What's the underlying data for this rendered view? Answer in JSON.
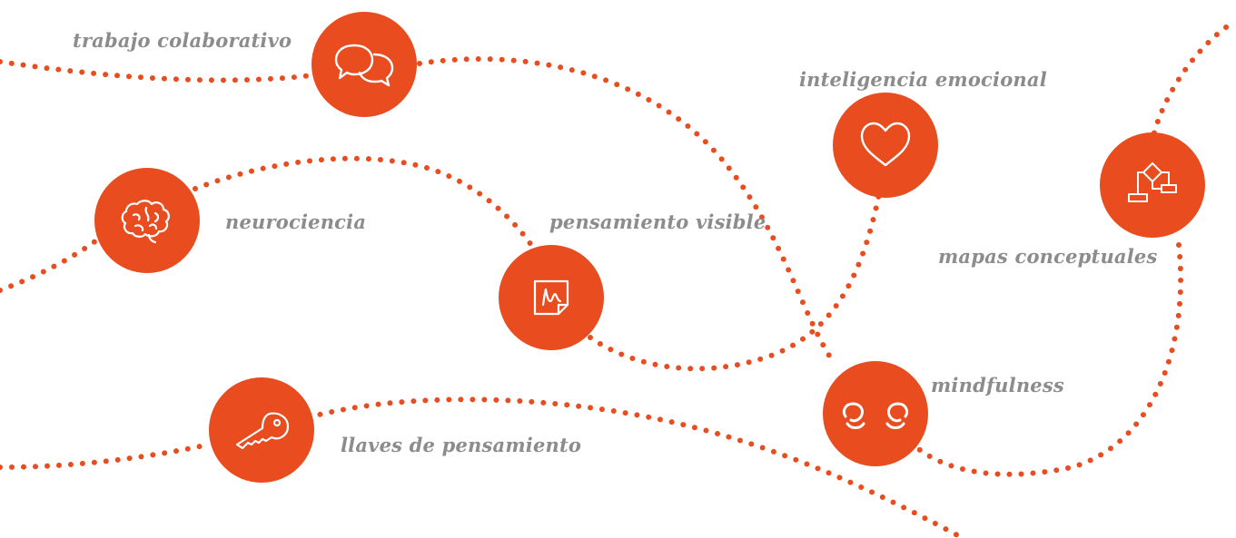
{
  "accent_color": "#e84c1f",
  "label_color": "#8c8c8c",
  "topics": {
    "trabajo_colaborativo": {
      "label": "trabajo colaborativo",
      "icon": "speech-bubbles-icon"
    },
    "neurociencia": {
      "label": "neurociencia",
      "icon": "brain-icon"
    },
    "pensamiento_visible": {
      "label": "pensamiento visible",
      "icon": "sticky-note-icon"
    },
    "inteligencia_emocional": {
      "label": "inteligencia emocional",
      "icon": "heart-icon"
    },
    "mapas_conceptuales": {
      "label": "mapas conceptuales",
      "icon": "flowchart-icon"
    },
    "mindfulness": {
      "label": "mindfulness",
      "icon": "hands-icon"
    },
    "llaves_de_pensamiento": {
      "label": "llaves de pensamiento",
      "icon": "key-icon"
    }
  }
}
